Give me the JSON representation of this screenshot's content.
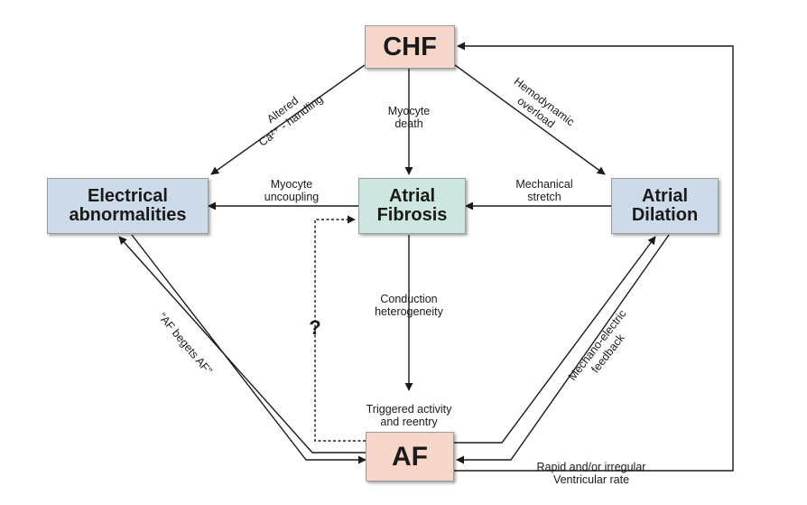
{
  "colors": {
    "chf_fill": "#f6d6c8",
    "af_fill": "#f6d6c8",
    "electrical_fill": "#cddbe8",
    "dilation_fill": "#cddbe8",
    "fibrosis_fill": "#cde6df",
    "stroke": "#1a1a1a"
  },
  "nodes": {
    "chf": "CHF",
    "electrical_1": "Electrical",
    "electrical_2": "abnormalities",
    "fibrosis_1": "Atrial",
    "fibrosis_2": "Fibrosis",
    "dilation_1": "Atrial",
    "dilation_2": "Dilation",
    "af": "AF"
  },
  "edges": {
    "altered_1": "Altered",
    "altered_2": "Ca²⁺ - handling",
    "myocyte_death_1": "Myocyte",
    "myocyte_death_2": "death",
    "hemodynamic_1": "Hemodynamic",
    "hemodynamic_2": "overload",
    "uncoupling_1": "Myocyte",
    "uncoupling_2": "uncoupling",
    "stretch_1": "Mechanical",
    "stretch_2": "stretch",
    "conduction_1": "Conduction",
    "conduction_2": "heterogeneity",
    "triggered_1": "Triggered activity",
    "triggered_2": "and reentry",
    "af_begets": "“AF begets AF”",
    "mechano_1": "Mechano-electric",
    "mechano_2": "feedback",
    "ventricular_1": "Rapid and/or irregular",
    "ventricular_2": "Ventricular rate",
    "question": "?"
  }
}
